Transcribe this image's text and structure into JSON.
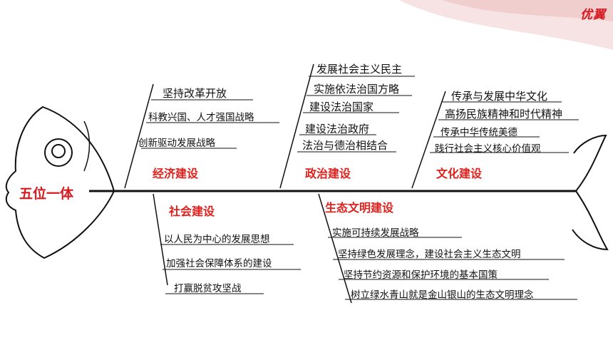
{
  "logo": "优翼",
  "diagram": {
    "spine_label": "五位一体",
    "categories": [
      {
        "name": "经济建设",
        "items": [
          "坚持改革开放",
          "科教兴国、人才强国战略",
          "创新驱动发展战略"
        ]
      },
      {
        "name": "政治建设",
        "items": [
          "发展社会主义民主",
          "实施依法治国方略",
          "建设法治国家",
          "建设法治政府",
          "法治与德治相结合"
        ]
      },
      {
        "name": "文化建设",
        "items": [
          "传承与发展中华文化",
          "高扬民族精神和时代精神",
          "传承中华传统美德",
          "践行社会主义核心价值观"
        ]
      },
      {
        "name": "社会建设",
        "items": [
          "以人民为中心的发展思想",
          "加强社会保障体系的建设",
          "打赢脱贫攻坚战"
        ]
      },
      {
        "name": "生态文明建设",
        "items": [
          "实施可持续发展战略",
          "坚持绿色发展理念，建设社会主义生态文明",
          "坚持节约资源和保护环境的基本国策",
          "树立绿水青山就是金山银山的生态文明理念"
        ]
      }
    ]
  }
}
